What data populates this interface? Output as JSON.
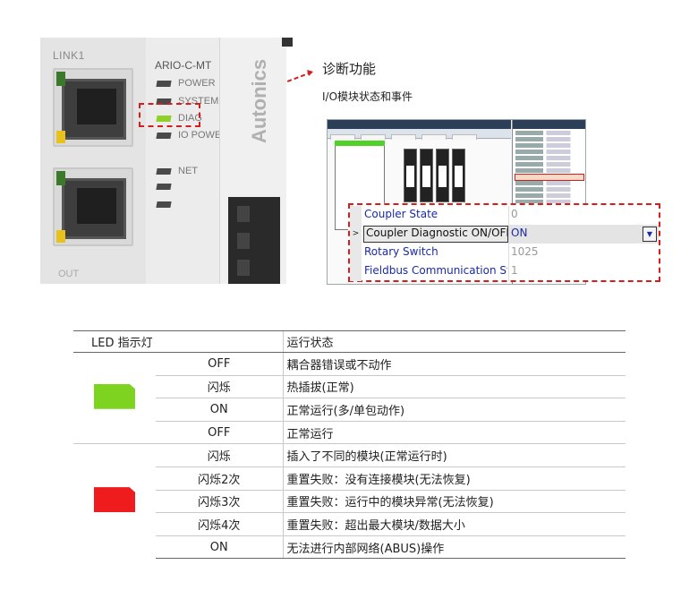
{
  "device": {
    "link_label": "LINK1",
    "out_label": "OUT",
    "model": "ARIO-C-MT",
    "brand": "Autonics",
    "leds": [
      {
        "label": "POWER",
        "color": "dark"
      },
      {
        "label": "SYSTEM",
        "color": "dark"
      },
      {
        "label": "DIAG",
        "color": "green"
      },
      {
        "label": "IO POWER",
        "color": "dark"
      },
      {
        "label": "NET",
        "color": "dark"
      },
      {
        "label": "",
        "color": "dark"
      },
      {
        "label": "",
        "color": "dark"
      }
    ]
  },
  "section": {
    "title": "诊断功能",
    "subtitle": "I/O模块状态和事件"
  },
  "property_grid": {
    "rows": [
      {
        "name": "Coupler State",
        "value": "0"
      },
      {
        "name": "Coupler Diagnostic ON/OFF",
        "value": "ON",
        "selected": true
      },
      {
        "name": "Rotary Switch",
        "value": "1025"
      },
      {
        "name": "Fieldbus Communication Sta",
        "value": "1"
      }
    ],
    "dropdown_icon": "dropdown-arrow-icon"
  },
  "table": {
    "header": {
      "led": "LED 指示灯",
      "status": "运行状态"
    },
    "groups": [
      {
        "led_color": "#7ed321",
        "rows": [
          {
            "state": "OFF",
            "desc": "耦合器错误或不动作"
          },
          {
            "state": "闪烁",
            "desc": "热插拔(正常)"
          },
          {
            "state": "ON",
            "desc": "正常运行(多/单包动作)"
          },
          {
            "state": "OFF",
            "desc": "正常运行"
          }
        ]
      },
      {
        "led_color": "#ee1c1c",
        "rows": [
          {
            "state": "闪烁",
            "desc": "插入了不同的模块(正常运行时)"
          },
          {
            "state": "闪烁2次",
            "desc": "重置失败：没有连接模块(无法恢复)"
          },
          {
            "state": "闪烁3次",
            "desc": "重置失败：运行中的模块异常(无法恢复)"
          },
          {
            "state": "闪烁4次",
            "desc": "重置失败：超出最大模块/数据大小"
          },
          {
            "state": "ON",
            "desc": "无法进行内部网络(ABUS)操作"
          }
        ]
      }
    ]
  },
  "colors": {
    "accent_red": "#d41e1e",
    "prop_name_blue": "#1a2aa8"
  }
}
